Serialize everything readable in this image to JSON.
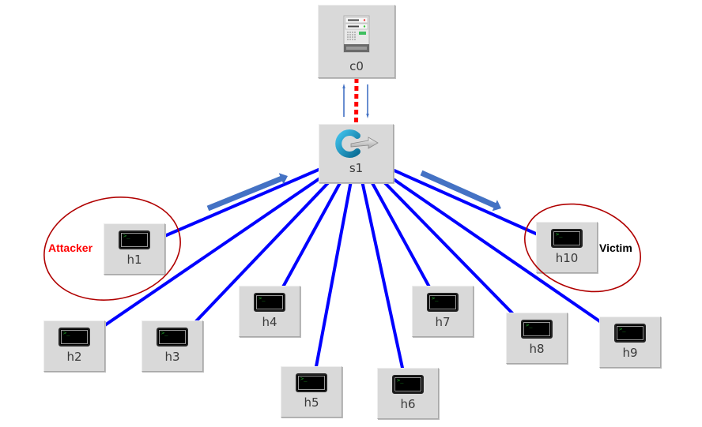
{
  "diagram": {
    "controller": {
      "id": "c0",
      "label": "c0",
      "icon": "server-icon"
    },
    "switch": {
      "id": "s1",
      "label": "s1",
      "icon": "openflow-switch-icon"
    },
    "hosts": [
      {
        "id": "h1",
        "label": "h1",
        "icon": "terminal-icon",
        "prompt": ">_"
      },
      {
        "id": "h2",
        "label": "h2",
        "icon": "terminal-icon",
        "prompt": ">_"
      },
      {
        "id": "h3",
        "label": "h3",
        "icon": "terminal-icon",
        "prompt": ">_"
      },
      {
        "id": "h4",
        "label": "h4",
        "icon": "terminal-icon",
        "prompt": ">_"
      },
      {
        "id": "h5",
        "label": "h5",
        "icon": "terminal-icon",
        "prompt": ">_"
      },
      {
        "id": "h6",
        "label": "h6",
        "icon": "terminal-icon",
        "prompt": ">_"
      },
      {
        "id": "h7",
        "label": "h7",
        "icon": "terminal-icon",
        "prompt": ">_"
      },
      {
        "id": "h8",
        "label": "h8",
        "icon": "terminal-icon",
        "prompt": ">_"
      },
      {
        "id": "h9",
        "label": "h9",
        "icon": "terminal-icon",
        "prompt": ">_"
      },
      {
        "id": "h10",
        "label": "h10",
        "icon": "terminal-icon",
        "prompt": ">_"
      }
    ],
    "links": [
      {
        "from": "c0",
        "to": "s1",
        "style": "control-dashed"
      },
      {
        "from": "s1",
        "to": "h1",
        "style": "data"
      },
      {
        "from": "s1",
        "to": "h2",
        "style": "data"
      },
      {
        "from": "s1",
        "to": "h3",
        "style": "data"
      },
      {
        "from": "s1",
        "to": "h4",
        "style": "data"
      },
      {
        "from": "s1",
        "to": "h5",
        "style": "data"
      },
      {
        "from": "s1",
        "to": "h6",
        "style": "data"
      },
      {
        "from": "s1",
        "to": "h7",
        "style": "data"
      },
      {
        "from": "s1",
        "to": "h8",
        "style": "data"
      },
      {
        "from": "s1",
        "to": "h9",
        "style": "data"
      },
      {
        "from": "s1",
        "to": "h10",
        "style": "data"
      }
    ],
    "annotations": {
      "attacker": {
        "label": "Attacker",
        "target": "h1",
        "color": "#ff0000"
      },
      "victim": {
        "label": "Victim",
        "target": "h10",
        "color": "#000000"
      }
    },
    "flow_arrows": [
      {
        "name": "attack-flow-in",
        "direction": "h1 to s1"
      },
      {
        "name": "attack-flow-out",
        "direction": "s1 to h10"
      },
      {
        "name": "control-up",
        "direction": "s1 to c0"
      },
      {
        "name": "control-down",
        "direction": "c0 to s1"
      }
    ],
    "colors": {
      "data_link": "#0000ff",
      "control_link": "#ff0000",
      "flow_arrow": "#4472c4",
      "highlight_ellipse": "#b00000",
      "node_bg": "#d9d9d9"
    }
  }
}
